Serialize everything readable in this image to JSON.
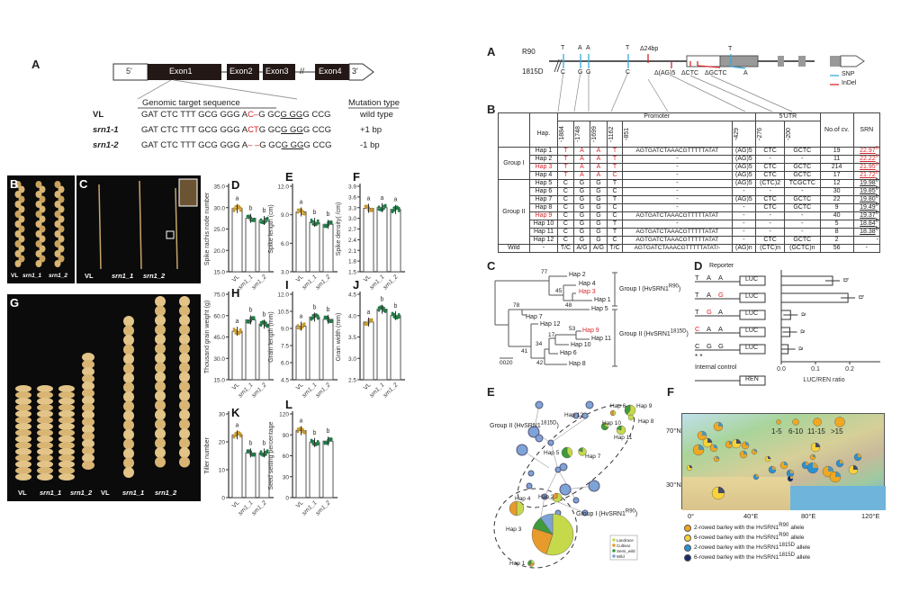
{
  "left": {
    "panel_a": {
      "label": "A",
      "utr5": "5'",
      "exons": [
        "Exon1",
        "Exon2",
        "Exon3",
        "Exon4"
      ],
      "utr3": "3'",
      "break": "//",
      "target_title": "Genomic target sequence",
      "mut_title": "Mutation type",
      "rows": [
        {
          "name": "VL",
          "pre": "GAT CTC TTT GCG GGG A",
          "mut": "C–",
          "post": "G GC",
          "pam": "G GG",
          "end": "G CCG",
          "type": "wild type"
        },
        {
          "name": "srn1-1",
          "pre": "GAT CTC TTT GCG GGG A",
          "mut": "CT",
          "post": "G GC",
          "pam": "G GG",
          "end": "G CCG",
          "type": "+1 bp"
        },
        {
          "name": "srn1-2",
          "pre": "GAT CTC TTT GCG GGG A",
          "mut": "– –",
          "post": "G GC",
          "pam": "G GG",
          "end": "G CCG",
          "type": "-1 bp"
        }
      ]
    },
    "panel_b": {
      "label": "B",
      "labels": [
        "VL",
        "srn1_1",
        "srn1_2"
      ]
    },
    "panel_c": {
      "label": "C",
      "labels": [
        "VL",
        "srn1_1",
        "srn1_2"
      ]
    },
    "panel_g": {
      "label": "G",
      "labels": [
        "VL",
        "srn1_1",
        "srn1_2",
        "VL",
        "srn1_1",
        "srn1_2"
      ]
    }
  },
  "chart_data": [
    {
      "id": "D",
      "type": "bar",
      "ylabel": "Spike rachis node number",
      "categories": [
        "VL",
        "srn1_1",
        "srn1_2"
      ],
      "values": [
        29.8,
        27.5,
        27.0
      ],
      "letters": [
        "a",
        "b",
        "b"
      ],
      "ylim": [
        15,
        35
      ],
      "ticks": [
        "15.0",
        "20.0",
        "25.0",
        "30.0",
        "35.0"
      ]
    },
    {
      "id": "E",
      "type": "bar",
      "ylabel": "Spike length (cm)",
      "categories": [
        "VL",
        "srn1_1",
        "srn1_2"
      ],
      "values": [
        9.3,
        8.2,
        8.0
      ],
      "letters": [
        "a",
        "b",
        "b"
      ],
      "ylim": [
        3,
        12
      ],
      "ticks": [
        "3.0",
        "6.0",
        "9.0",
        "12.0"
      ]
    },
    {
      "id": "F",
      "type": "bar",
      "ylabel": "Spike density( /cm)",
      "categories": [
        "VL",
        "srn1_1",
        "srn1_2"
      ],
      "values": [
        3.28,
        3.3,
        3.25
      ],
      "letters": [
        "a",
        "a",
        "a"
      ],
      "ylim": [
        1.5,
        3.9
      ],
      "ticks": [
        "1.5",
        "1.8",
        "2.1",
        "2.4",
        "2.7",
        "3.0",
        "3.3",
        "3.6",
        "3.9"
      ]
    },
    {
      "id": "H",
      "type": "bar",
      "ylabel": "Thousand grain weight (g)",
      "categories": [
        "VL",
        "srn1_1",
        "srn1_2"
      ],
      "values": [
        49,
        57,
        54
      ],
      "letters": [
        "a",
        "b",
        "b"
      ],
      "ylim": [
        15,
        75
      ],
      "ticks": [
        "15.0",
        "30.0",
        "45.0",
        "60.0",
        "75.0"
      ]
    },
    {
      "id": "I",
      "type": "bar",
      "ylabel": "Grain length (mm)",
      "categories": [
        "VL",
        "srn1_1",
        "srn1_2"
      ],
      "values": [
        9.2,
        10.0,
        9.8
      ],
      "letters": [
        "a",
        "b",
        "b"
      ],
      "ylim": [
        4.5,
        12
      ],
      "ticks": [
        "4.5",
        "6.0",
        "7.5",
        "9.0",
        "10.5",
        "12.0"
      ]
    },
    {
      "id": "J",
      "type": "bar",
      "ylabel": "Grain width (mm)",
      "categories": [
        "VL",
        "srn1_1",
        "srn1_2"
      ],
      "values": [
        3.85,
        4.15,
        4.0
      ],
      "letters": [
        "a",
        "b",
        "b"
      ],
      "ylim": [
        2.5,
        4.5
      ],
      "ticks": [
        "2.5",
        "3.0",
        "3.5",
        "4.0",
        "4.5"
      ]
    },
    {
      "id": "K",
      "type": "bar",
      "ylabel": "Tiller number",
      "categories": [
        "VL",
        "srn1_1",
        "srn1_2"
      ],
      "values": [
        22.5,
        16,
        16
      ],
      "letters": [
        "a",
        "b",
        "b"
      ],
      "ylim": [
        0,
        30
      ],
      "ticks": [
        "0",
        "10",
        "20",
        "30"
      ]
    },
    {
      "id": "L",
      "type": "bar",
      "ylabel": "Seed setting percentage",
      "categories": [
        "VL",
        "srn1_1",
        "srn1_2"
      ],
      "values": [
        96,
        79,
        81
      ],
      "letters": [
        "a",
        "b",
        "b"
      ],
      "ylim": [
        0,
        120
      ],
      "ticks": [
        "0",
        "30",
        "60",
        "90",
        "120"
      ]
    },
    {
      "id": "RD",
      "type": "bar",
      "orientation": "horizontal",
      "xlabel": "LUC/REN ratio",
      "categories": [
        "T A A",
        "T A G",
        "T G A",
        "C A A",
        "C G G"
      ],
      "values": [
        0.15,
        0.195,
        0.027,
        0.025,
        0.02
      ],
      "letters": [
        "b",
        "b",
        "a",
        "a",
        "a"
      ],
      "xlim": [
        0,
        0.25
      ],
      "ticks": [
        "0.0",
        "0.1",
        "0.2"
      ]
    }
  ],
  "right": {
    "panel_a": {
      "label": "A",
      "r90": "R90",
      "d1815": "1815D",
      "top_snps": [
        "T",
        "A",
        "A",
        "T"
      ],
      "bot_snps": [
        "C",
        "G",
        "G",
        "C"
      ],
      "d24": "Δ24bp",
      "dag": "Δ(AG)5",
      "dctc": "ΔCTC",
      "dgctc": "ΔGCTC",
      "t2": "T",
      "a2": "A",
      "snp": "SNP",
      "indel": "InDel",
      "break": "//"
    },
    "panel_b": {
      "label": "B",
      "promoter": "Promoter",
      "utr": "5'UTR",
      "hap": "Hap.",
      "positions": [
        "-1884",
        "-1748",
        "-1699",
        "-1162",
        "-851",
        "-429",
        "-276",
        "-200"
      ],
      "cv": "No.of cv.",
      "srn": "SRN",
      "group1": "Group I",
      "group2": "Group II",
      "rows": [
        [
          "Hap 1",
          "T",
          "A",
          "A",
          "T",
          "AGTGATCTAAACGTTTTTATAT",
          "(AG)5",
          "CTC",
          "GCTC",
          "19",
          "22.97",
          "a"
        ],
        [
          "Hap 2",
          "T",
          "A",
          "A",
          "T",
          "-",
          "(AG)5",
          "-",
          "-",
          "11",
          "22.22",
          "a"
        ],
        [
          "Hap 3",
          "T",
          "A",
          "A",
          "T",
          "-",
          "(AG)5",
          "CTC",
          "GCTC",
          "214",
          "21.95",
          "a"
        ],
        [
          "Hap 4",
          "T",
          "A",
          "A",
          "C",
          "-",
          "(AG)5",
          "CTC",
          "GCTC",
          "17",
          "21.72",
          "a"
        ],
        [
          "Hap 5",
          "C",
          "G",
          "G",
          "T",
          "-",
          "(AG)5",
          "(CTC)2",
          "TCGCTC",
          "12",
          "19.98",
          "b"
        ],
        [
          "Hap 6",
          "C",
          "G",
          "G",
          "C",
          "-",
          "-",
          "-",
          "-",
          "30",
          "19.85",
          "b"
        ],
        [
          "Hap 7",
          "C",
          "G",
          "G",
          "T",
          "-",
          "(AG)5",
          "CTC",
          "GCTC",
          "22",
          "19.80",
          "b"
        ],
        [
          "Hap 8",
          "C",
          "G",
          "G",
          "C",
          "-",
          "-",
          "CTC",
          "GCTC",
          "9",
          "19.49",
          "b"
        ],
        [
          "Hap 9",
          "C",
          "G",
          "G",
          "C",
          "AGTGATCTAAACGTTTTTATAT",
          "-",
          "-",
          "-",
          "40",
          "19.37",
          "b"
        ],
        [
          "Hap 10",
          "C",
          "G",
          "G",
          "T",
          "-",
          "-",
          "-",
          "-",
          "5",
          "18.84",
          "b"
        ],
        [
          "Hap 11",
          "C",
          "G",
          "G",
          "T",
          "AGTGATCTAAACGTTTTTATAT",
          "-",
          "-",
          "-",
          "8",
          "18.38",
          "b"
        ],
        [
          "Hap 12",
          "C",
          "G",
          "G",
          "C",
          "AGTGATCTAAACGTTTTTATAT",
          "-",
          "CTC",
          "GCTC",
          "2",
          "-",
          ""
        ]
      ],
      "wild": [
        "Wild",
        "-",
        "T/C",
        "A/G",
        "A/G",
        "T/C",
        "AGTGATCTAAACGTTTTTATAT/-",
        "(AG)n",
        "(CTC)n",
        "(GCTC)n",
        "56",
        "-"
      ]
    },
    "panel_c": {
      "label": "C",
      "haps": [
        "Hap 2",
        "Hap 4",
        "Hap 3",
        "Hap 1",
        "Hap 5",
        "Hap 7",
        "Hap 12",
        "Hap 9",
        "Hap 11",
        "Hap 10",
        "Hap 6",
        "Hap 8"
      ],
      "boot": [
        "77",
        "45",
        "48",
        "78",
        "41",
        "53",
        "17",
        "34",
        "42"
      ],
      "scale": "0020",
      "g1": "Group I (HvSRN1",
      "g1sup": "R90",
      "g2": "Group II (HvSRN1",
      "g2sup": "1815D"
    },
    "panel_d": {
      "label": "D",
      "reporter": "Reporter",
      "luc": "LUC",
      "internal": "Internal control",
      "ren": "REN",
      "stars": "*   *"
    },
    "panel_e": {
      "label": "E",
      "g2": "Group II (HvSRN1",
      "g2sup": "1815D",
      "g1": "Group I (HvSRN1",
      "g1sup": "R90",
      "haps": [
        "Hap 12",
        "Hap 10",
        "Hap 6",
        "Hap 9",
        "Hap 8",
        "Hap 11",
        "Hap 5",
        "Hap 7",
        "Hap 4",
        "Hap 2",
        "Hap 3",
        "Hap 1"
      ],
      "legend": [
        "Landrace",
        "Cultivar",
        "Semi_wild",
        "Wild"
      ],
      "colors": [
        "#c5d94a",
        "#e89a2a",
        "#3f9a3a",
        "#7ea3d6"
      ]
    },
    "panel_f": {
      "label": "F",
      "lat": [
        "70°N",
        "30°N"
      ],
      "lon": [
        "0°",
        "40°E",
        "80°E",
        "120°E"
      ],
      "sizes": [
        "1-5",
        "6-10",
        "11-15",
        ">15"
      ],
      "legend": [
        "2-rowed barley with the HvSRN1",
        "6-rowed barley with the HvSRN1",
        "2-rowed barley with the HvSRN1",
        "6-rowed barley with the HvSRN1"
      ],
      "legend_sup": [
        "R90",
        "R90",
        "1815D",
        "1815D"
      ],
      "legend_end": "allele",
      "colors": [
        "#f0a820",
        "#f7d23a",
        "#2d8fd0",
        "#1a2a6e"
      ]
    }
  }
}
